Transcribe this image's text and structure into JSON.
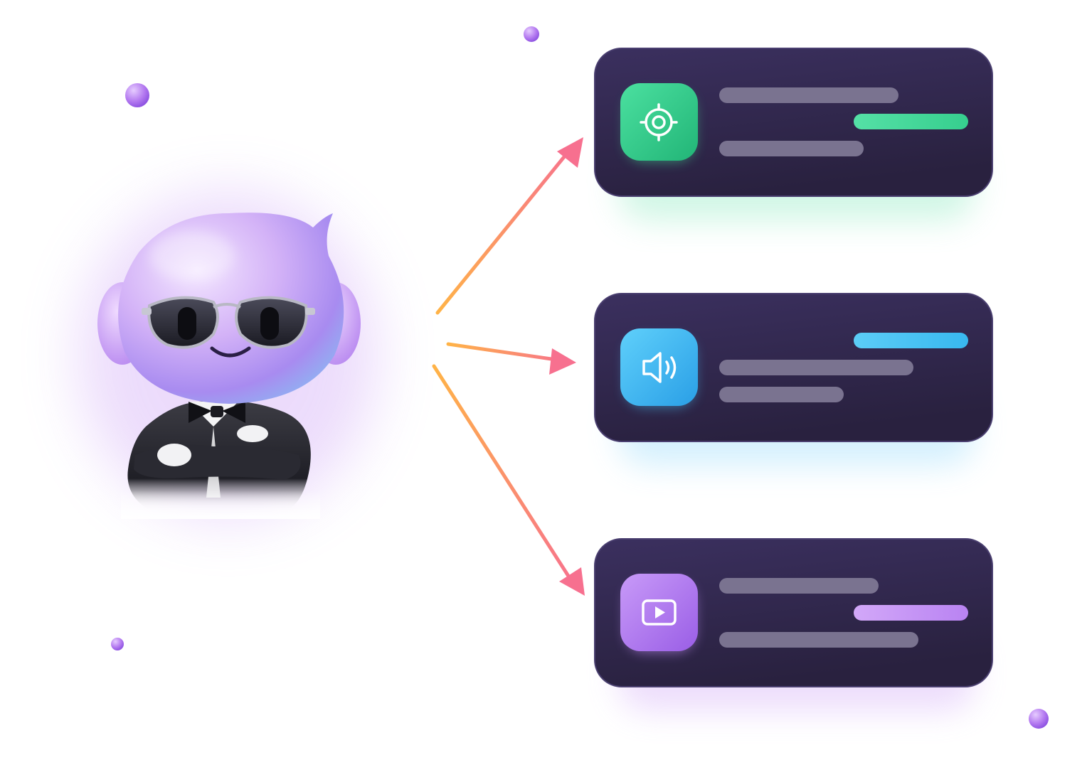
{
  "palette": {
    "background": "#ffffff",
    "card": "#2b2345",
    "card_top": "#3a2f5e",
    "skeleton": "#7a7390",
    "green": "#3fd48f",
    "blue": "#45bff2",
    "purple": "#c28ff5",
    "arrow_start": "#ffb347",
    "arrow_end": "#f77a92",
    "orb": "#b074f0"
  },
  "mascot": {
    "description_icon": "robot-mascot-icon",
    "accessories": [
      "sunglasses-icon",
      "headphones-icon",
      "bow-tie-icon",
      "tuxedo-icon"
    ]
  },
  "cards": [
    {
      "id": "target",
      "icon": "target-icon",
      "accent": "#3fd48f",
      "accent_bar_progress": 0.29
    },
    {
      "id": "audio",
      "icon": "speaker-icon",
      "accent": "#45bff2",
      "accent_bar_progress": 0.29
    },
    {
      "id": "video",
      "icon": "play-icon",
      "accent": "#c28ff5",
      "accent_bar_progress": 0.29
    }
  ],
  "arrows": [
    {
      "from": "mascot",
      "to": "target"
    },
    {
      "from": "mascot",
      "to": "audio"
    },
    {
      "from": "mascot",
      "to": "video"
    }
  ]
}
